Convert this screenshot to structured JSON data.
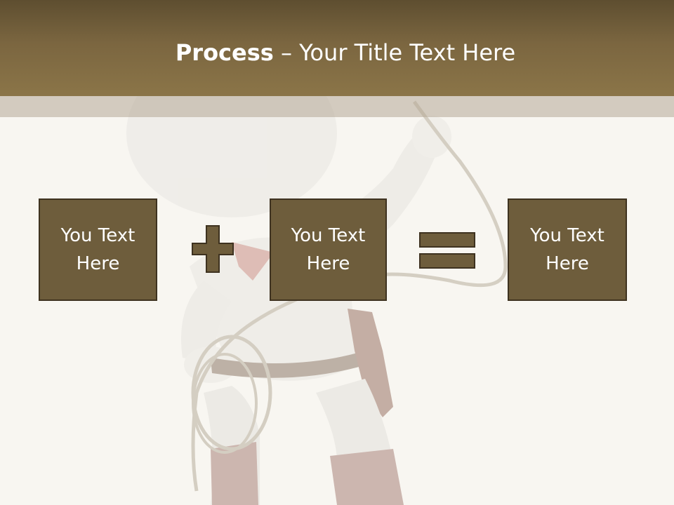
{
  "title": {
    "bold": "Process",
    "rest": " – Your Title Text Here"
  },
  "boxes": [
    {
      "text": "You Text Here"
    },
    {
      "text": "You Text Here"
    },
    {
      "text": "You Text Here"
    }
  ],
  "operators": [
    "plus-icon",
    "equals-icon"
  ],
  "colors": {
    "header": "#7b6640",
    "box_fill": "#6e5d3c",
    "box_border": "#3e3220",
    "background": "#f8f6f1"
  }
}
